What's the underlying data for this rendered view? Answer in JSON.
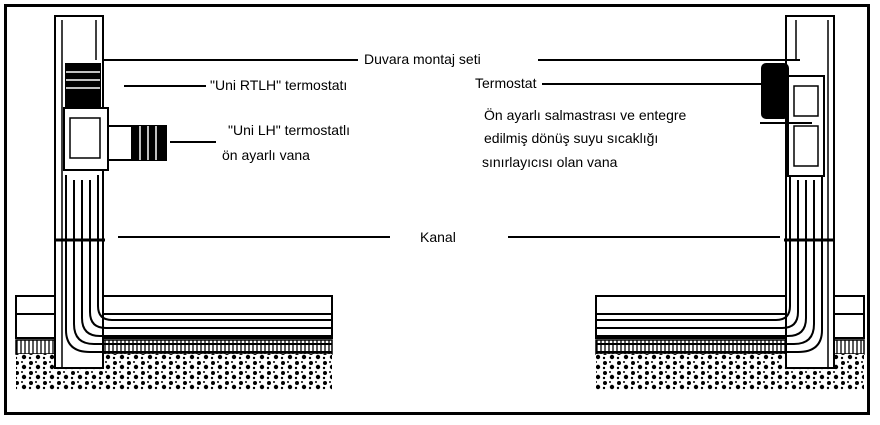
{
  "labels": {
    "wall_kit": "Duvara montaj seti",
    "uni_rtlh": "\"Uni RTLH\" termostatı",
    "uni_lh_line1": "\"Uni LH\" termostatlı",
    "uni_lh_line2": "ön ayarlı vana",
    "thermostat": "Termostat",
    "valve_line1": "Ön ayarlı salmastrası ve entegre",
    "valve_line2": "edilmiş dönüş suyu sıcaklığı",
    "valve_line3": "sınırlayıcısı olan vana",
    "channel": "Kanal"
  },
  "colors": {
    "line": "#000000",
    "background": "#ffffff"
  }
}
